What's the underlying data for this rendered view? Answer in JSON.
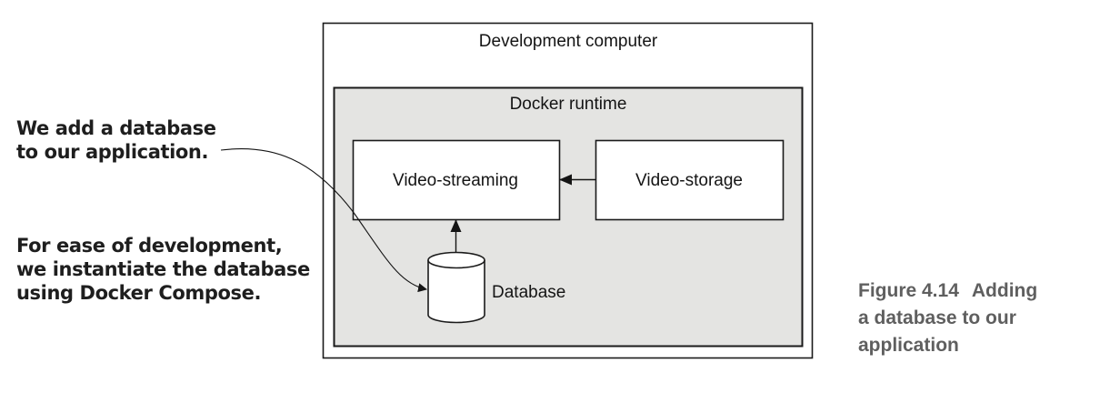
{
  "annotations": {
    "db_added": {
      "lines": [
        "We add a database",
        "to our application."
      ]
    },
    "compose": {
      "lines": [
        "For ease of development,",
        "we instantiate the database",
        "using Docker Compose."
      ]
    }
  },
  "diagram": {
    "outer_container": {
      "label": "Development computer"
    },
    "inner_container": {
      "label": "Docker runtime"
    },
    "nodes": {
      "video_streaming": {
        "label": "Video-streaming",
        "shape": "rectangle"
      },
      "video_storage": {
        "label": "Video-storage",
        "shape": "rectangle"
      },
      "database": {
        "label": "Database",
        "shape": "cylinder"
      }
    },
    "edges": [
      {
        "from": "video_storage",
        "to": "video_streaming"
      },
      {
        "from": "database",
        "to": "video_streaming"
      },
      {
        "from": "annotation_db_added",
        "to": "database",
        "style": "curved-callout"
      }
    ],
    "colors": {
      "runtime_fill": "#e4e4e2",
      "stroke": "#1a1a1a",
      "caption": "#5f5f5f"
    }
  },
  "caption": {
    "number": "Figure 4.14",
    "first_line": "Adding",
    "lines": [
      "a database to our",
      "application"
    ]
  }
}
